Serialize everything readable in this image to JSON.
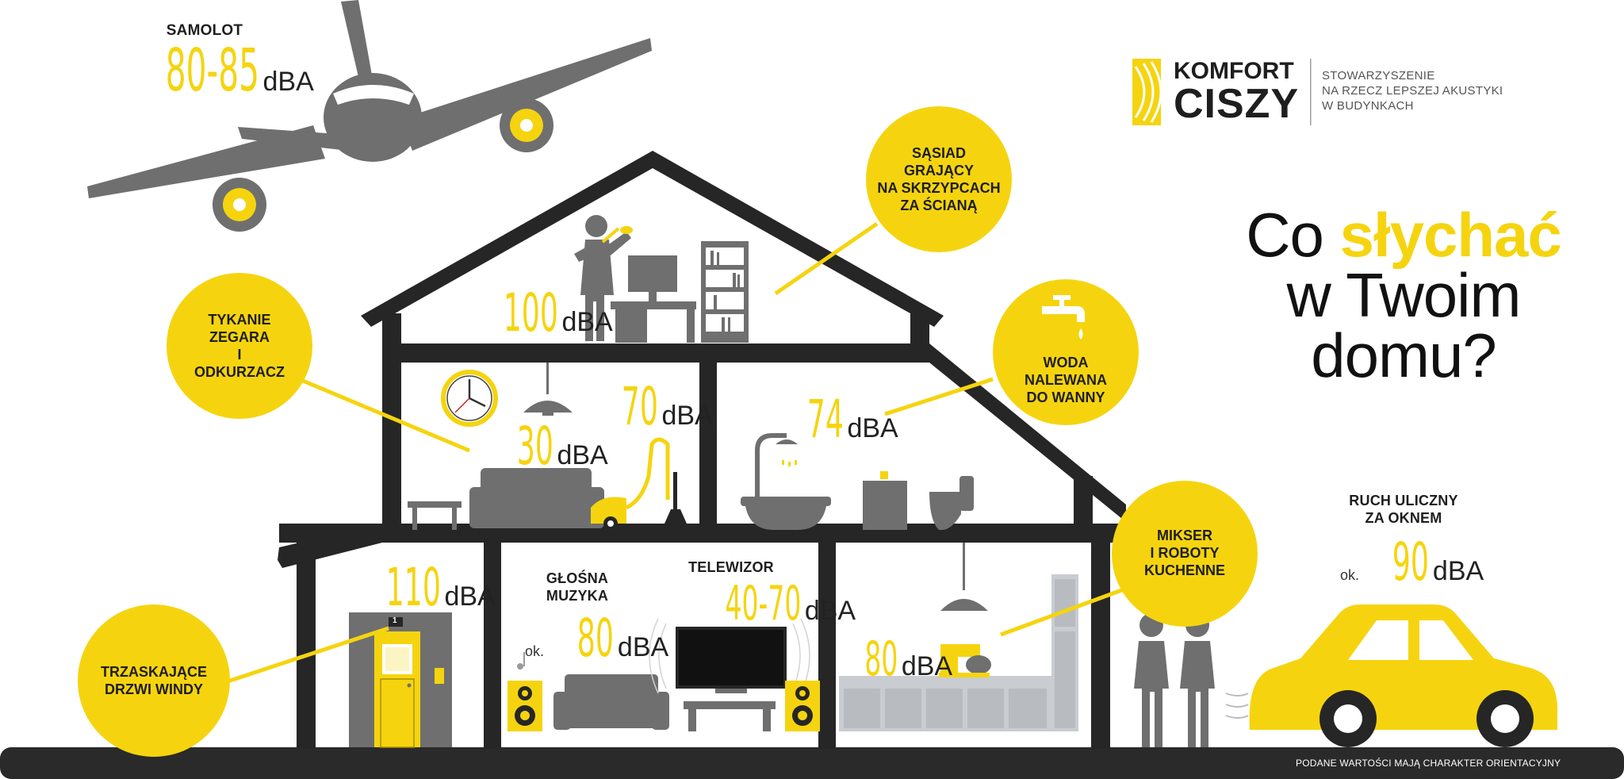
{
  "title": {
    "line1_a": "Co",
    "line1_b": "słychać",
    "line2": "w Twoim",
    "line3": "domu?"
  },
  "logo": {
    "name_line1": "KOMFORT",
    "name_line2": "CISZY",
    "subtitle_line1": "STOWARZYSZENIE",
    "subtitle_line2": "NA RZECZ LEPSZEJ AKUSTYKI",
    "subtitle_line3": "W BUDYNKACH"
  },
  "plane": {
    "label": "SAMOLOT",
    "value": "80-85",
    "unit": "dBA"
  },
  "violin": {
    "bubble_line1": "SĄSIAD",
    "bubble_line2": "GRAJĄCY",
    "bubble_line3": "NA SKRZYPCACH",
    "bubble_line4": "ZA ŚCIANĄ",
    "value": "100",
    "unit": "dBA"
  },
  "clock": {
    "bubble_line1": "TYKANIE",
    "bubble_line2": "ZEGARA",
    "bubble_line3": "I",
    "bubble_line4": "ODKURZACZ",
    "value": "30",
    "unit": "dBA"
  },
  "vacuum": {
    "value": "70",
    "unit": "dBA"
  },
  "bath": {
    "bubble_line1": "WODA",
    "bubble_line2": "NALEWANA",
    "bubble_line3": "DO WANNY",
    "value": "74",
    "unit": "dBA"
  },
  "elevator": {
    "bubble_line1": "TRZASKAJĄCE",
    "bubble_line2": "DRZWI WINDY",
    "value": "110",
    "unit": "dBA",
    "floor_indicator": "1"
  },
  "music": {
    "label_line1": "GŁOŚNA",
    "label_line2": "MUZYKA",
    "prefix": "ok.",
    "value": "80",
    "unit": "dBA"
  },
  "tv": {
    "label": "TELEWIZOR",
    "value": "40-70",
    "unit": "dBA"
  },
  "kitchen": {
    "bubble_line1": "MIKSER",
    "bubble_line2": "I ROBOTY",
    "bubble_line3": "KUCHENNE",
    "value": "80",
    "unit": "dBA"
  },
  "street": {
    "label_line1": "RUCH ULICZNY",
    "label_line2": "ZA OKNEM",
    "prefix": "ok.",
    "value": "90",
    "unit": "dBA"
  },
  "footnote": "PODANE WARTOŚCI MAJĄ CHARAKTER ORIENTACYJNY",
  "colors": {
    "accent": "#f5d40f",
    "dark": "#262626",
    "gray": "#6f6f6f",
    "light": "#c9ccd0"
  }
}
